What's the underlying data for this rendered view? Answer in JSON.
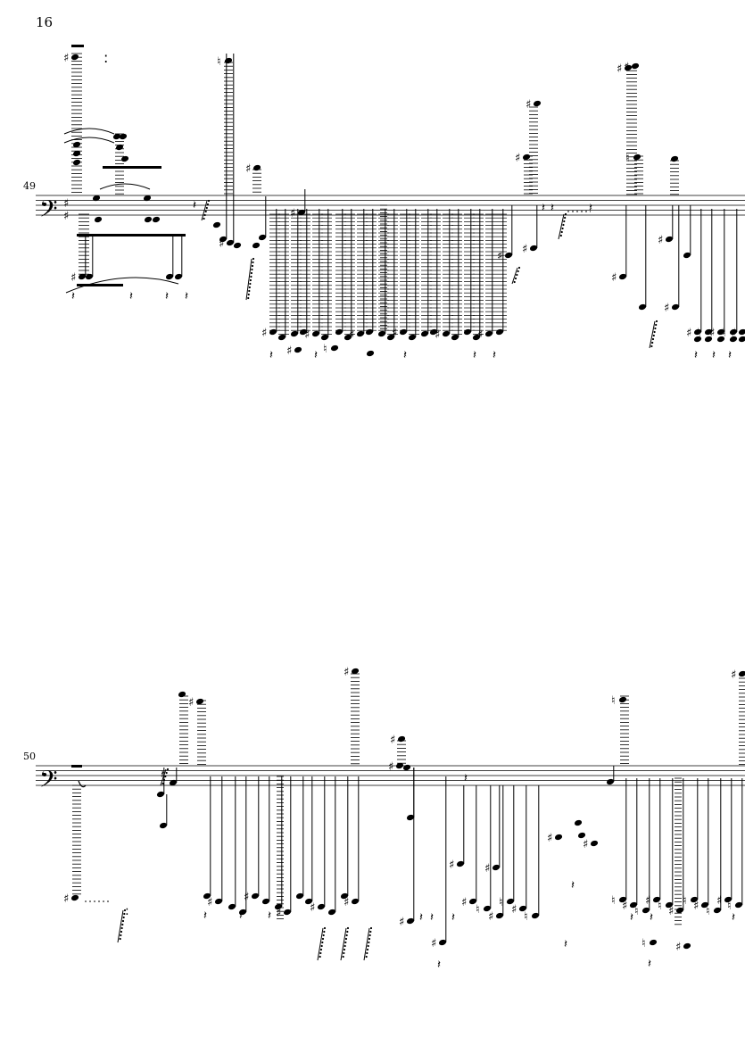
{
  "page": {
    "number": "16"
  },
  "systems": [
    {
      "measure_number": "49",
      "clef": "bass",
      "key_signature": "sharps"
    },
    {
      "measure_number": "50",
      "clef": "bass",
      "key_signature": "none"
    }
  ],
  "symbols": {
    "bass_clef": "𝄢",
    "sharp": "♯",
    "natural": "♮",
    "flat": "♭",
    "quarter_rest": "𝄽",
    "eighth_rest": "𝄾",
    "notehead": "●"
  },
  "colors": {
    "ink": "#000000",
    "paper": "#ffffff"
  }
}
